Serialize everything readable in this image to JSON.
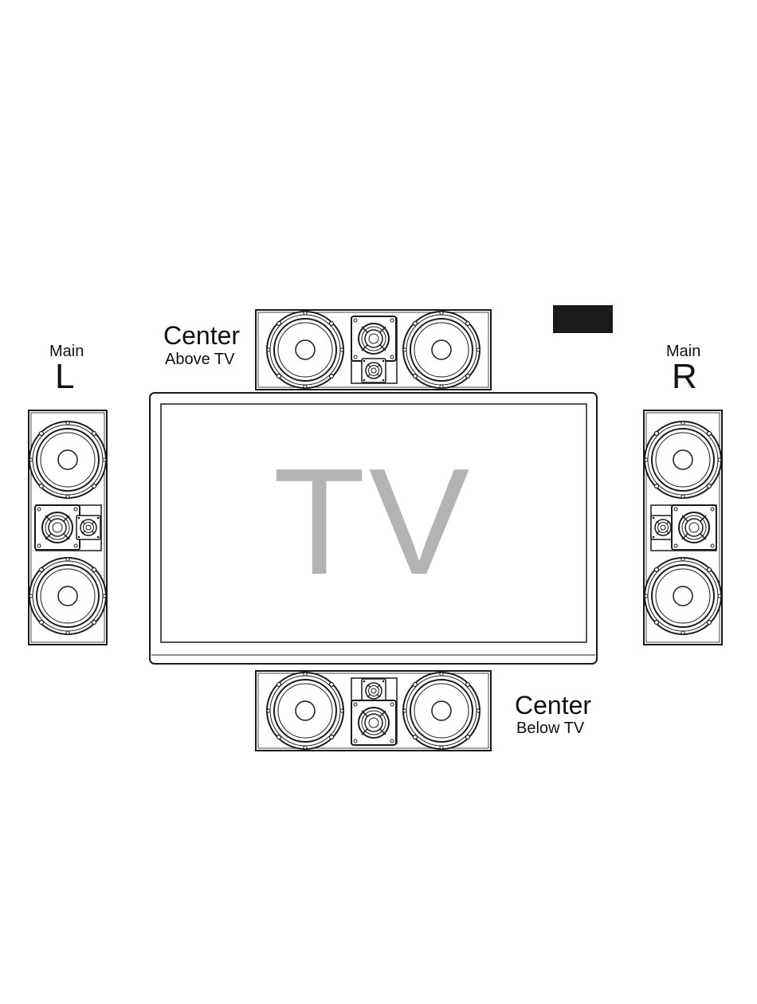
{
  "labels": {
    "main_left_word": "Main",
    "main_left_letter": "L",
    "main_right_word": "Main",
    "main_right_letter": "R",
    "center_top_title": "Center",
    "center_top_sub": "Above TV",
    "center_bottom_title": "Center",
    "center_bottom_sub": "Below TV",
    "tv": "TV"
  },
  "colors": {
    "line": "#1a1a1a",
    "tv_text": "#b3b3b3",
    "block": "#1a1a1a"
  }
}
